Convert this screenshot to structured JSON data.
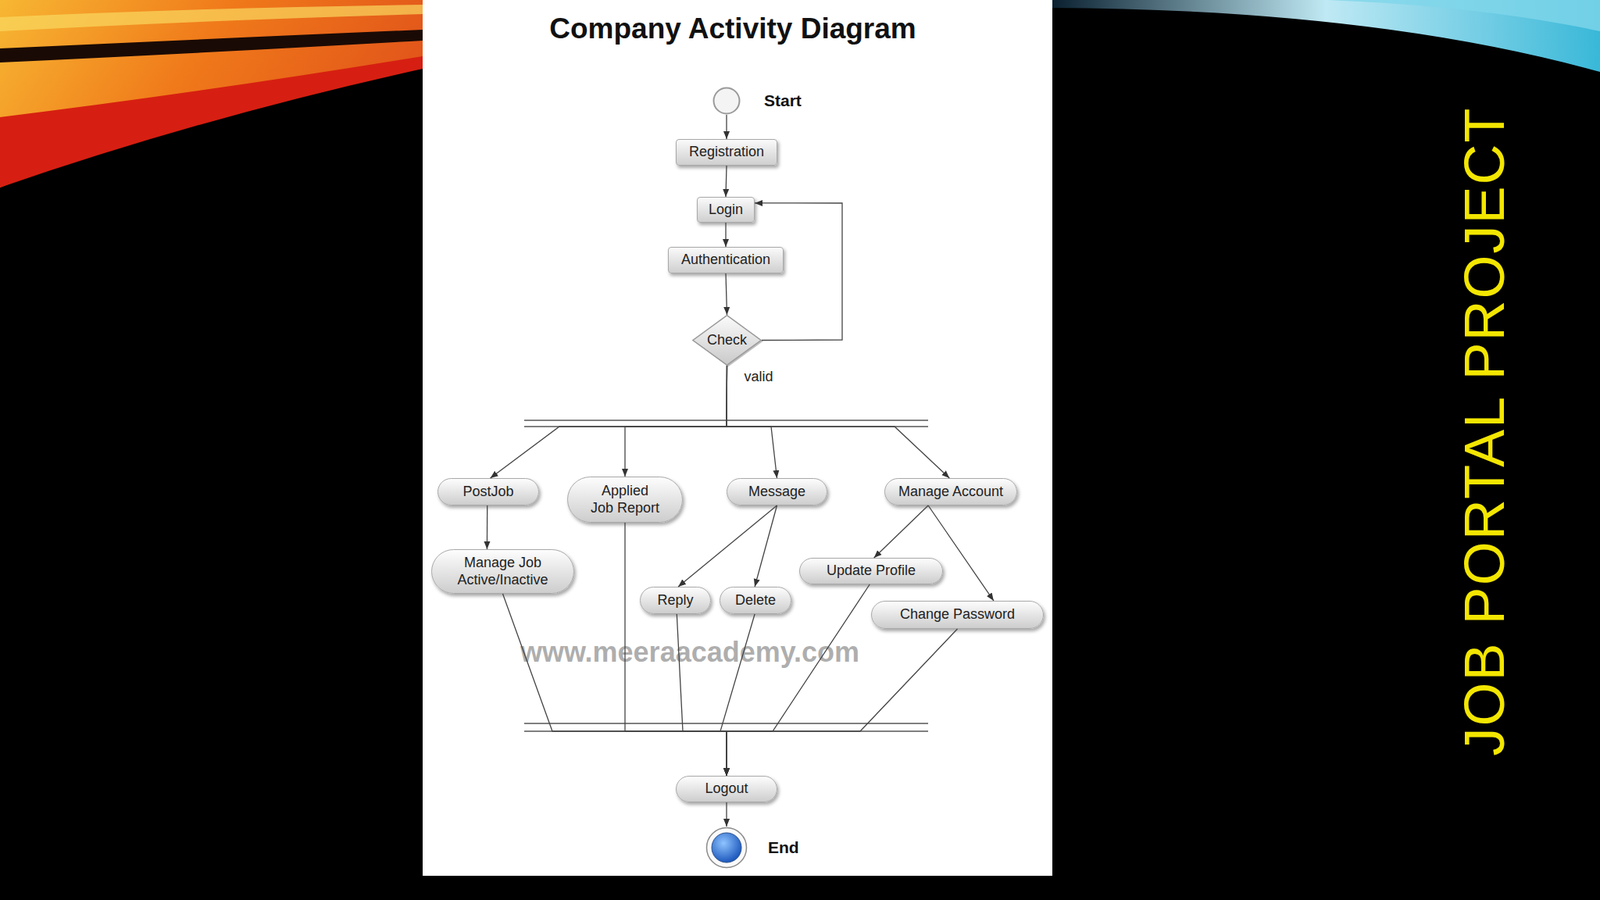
{
  "diagram": {
    "title": "Company Activity Diagram",
    "nodes": [
      {
        "text": [
          "Start"
        ]
      },
      {
        "text": [
          "Registration"
        ]
      },
      {
        "text": [
          "Login"
        ]
      },
      {
        "text": [
          "Authentication"
        ]
      },
      {
        "text": [
          "Check"
        ]
      },
      {
        "text": [
          "PostJob"
        ]
      },
      {
        "text": [
          "Applied Job Report"
        ]
      },
      {
        "text": [
          "Message"
        ]
      },
      {
        "text": [
          "Manage Account"
        ]
      },
      {
        "text": [
          "Manage Job Active/Inactive"
        ]
      },
      {
        "text": [
          "Reply"
        ]
      },
      {
        "text": [
          "Delete"
        ]
      },
      {
        "text": [
          "Update Profile"
        ]
      },
      {
        "text": [
          "Change Password"
        ]
      },
      {
        "text": [
          "Logout"
        ]
      },
      {
        "text": [
          "End"
        ]
      }
    ],
    "edges": [
      {
        "from": 0,
        "to": 1,
        "arrow": "to"
      },
      {
        "from": 1,
        "to": 2,
        "arrow": "to"
      },
      {
        "from": 2,
        "to": 3,
        "arrow": "to"
      },
      {
        "from": 3,
        "to": 4,
        "arrow": "to"
      },
      {
        "from": 4,
        "to": 2,
        "arrow": "to"
      },
      {
        "from": 4,
        "to": 5,
        "label": "valid",
        "arrow": "to"
      },
      {
        "from": 4,
        "to": 6,
        "arrow": "to"
      },
      {
        "from": 4,
        "to": 7,
        "arrow": "to"
      },
      {
        "from": 4,
        "to": 8,
        "arrow": "to"
      },
      {
        "from": 5,
        "to": 9,
        "arrow": "to"
      },
      {
        "from": 7,
        "to": 10,
        "arrow": "to"
      },
      {
        "from": 7,
        "to": 11,
        "arrow": "to"
      },
      {
        "from": 8,
        "to": 12,
        "arrow": "to"
      },
      {
        "from": 8,
        "to": 13,
        "arrow": "to"
      },
      {
        "from": 9,
        "to": 14,
        "arrow": "to"
      },
      {
        "from": 6,
        "to": 14,
        "arrow": "to"
      },
      {
        "from": 10,
        "to": 14,
        "arrow": "to"
      },
      {
        "from": 11,
        "to": 14,
        "arrow": "to"
      },
      {
        "from": 12,
        "to": 14,
        "arrow": "to"
      },
      {
        "from": 13,
        "to": 14,
        "arrow": "to"
      },
      {
        "from": 14,
        "to": 15,
        "arrow": "to"
      }
    ],
    "labels": [
      "www.meeraacademy.com",
      "JOB PORTAL PROJECT"
    ]
  }
}
